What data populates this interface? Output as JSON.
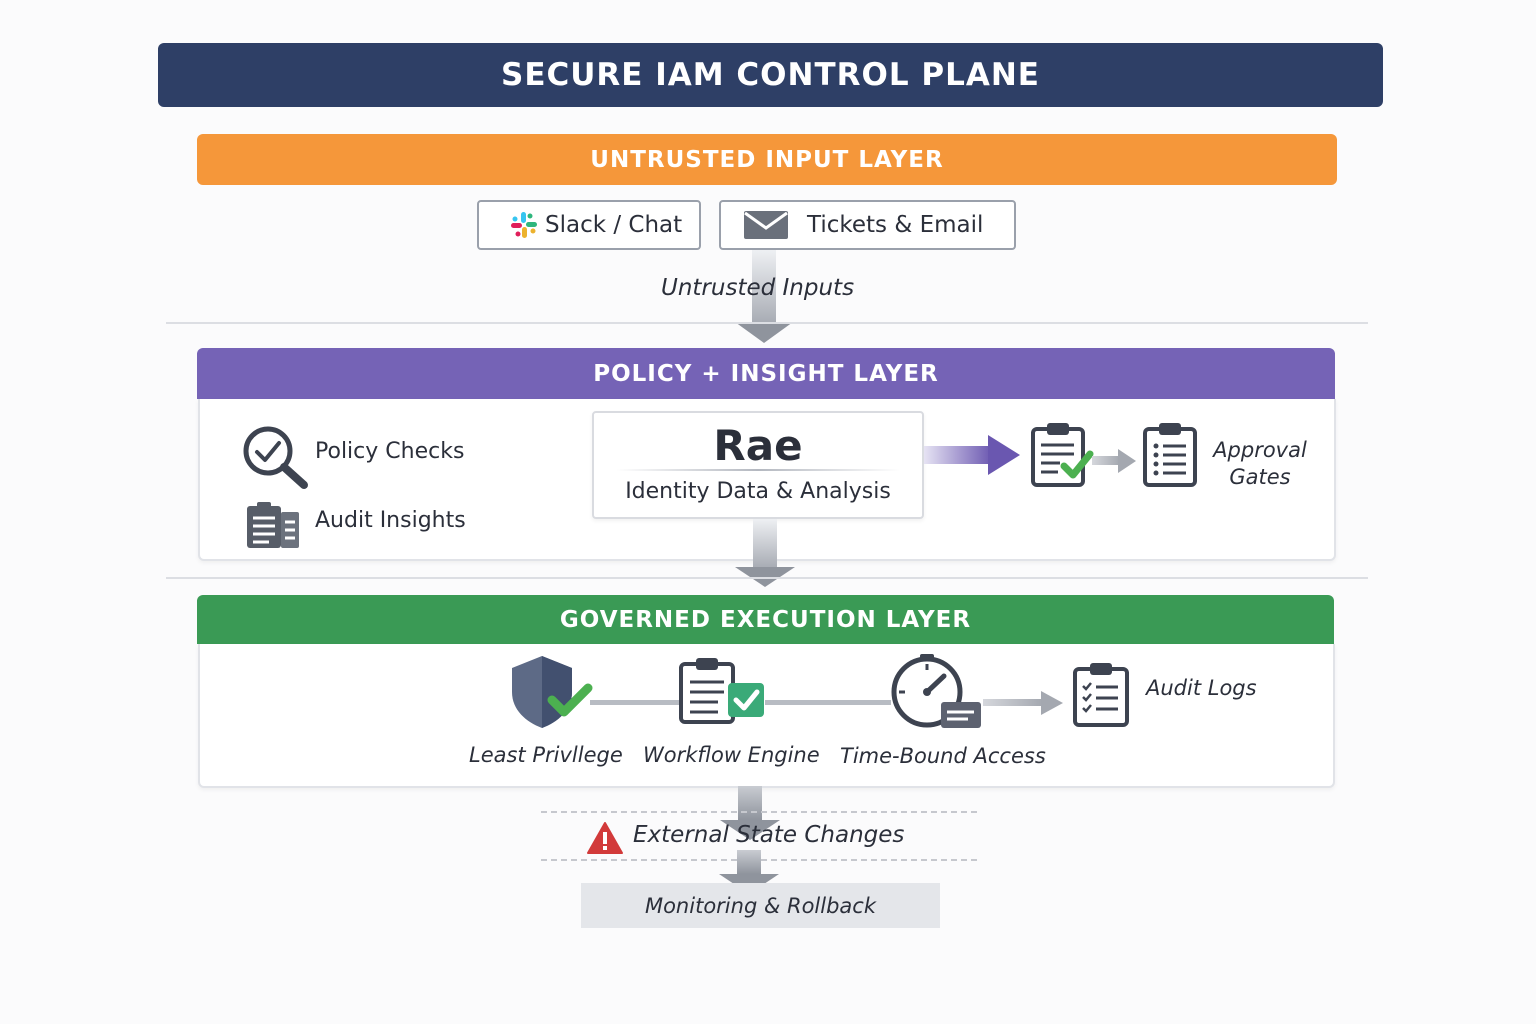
{
  "title": "SECURE IAM CONTROL PLANE",
  "untrusted_layer": {
    "label": "UNTRUSTED INPUT LAYER",
    "inputs": [
      {
        "label": "Slack / Chat",
        "icon": "slack-icon"
      },
      {
        "label": "Tickets & Email",
        "icon": "envelope-icon"
      }
    ],
    "flow_label": "Untrusted Inputs"
  },
  "policy_layer": {
    "label": "POLICY + INSIGHT LAYER",
    "items": [
      {
        "label": "Policy Checks",
        "icon": "magnifier-check-icon"
      },
      {
        "label": "Audit Insights",
        "icon": "report-icon"
      }
    ],
    "engine": {
      "name": "Rae",
      "subtitle": "Identity Data & Analysis"
    },
    "approval_label_line1": "Approval",
    "approval_label_line2": "Gates"
  },
  "execution_layer": {
    "label": "GOVERNED EXECUTION LAYER",
    "steps": [
      {
        "label": "Least Privllege",
        "icon": "shield-check-icon"
      },
      {
        "label": "Workflow Engine",
        "icon": "clipboard-check-icon"
      },
      {
        "label": "Time-Bound Access",
        "icon": "stopwatch-icon"
      }
    ],
    "audit_logs_label": "Audit Logs"
  },
  "external_changes_label": "External State Changes",
  "monitoring_label": "Monitoring & Rollback",
  "colors": {
    "title": "#2e3f66",
    "untrusted": "#f5973a",
    "policy": "#7563b6",
    "execution": "#3a9a55",
    "check_green": "#4cb050",
    "warning_red": "#d23a3a"
  }
}
